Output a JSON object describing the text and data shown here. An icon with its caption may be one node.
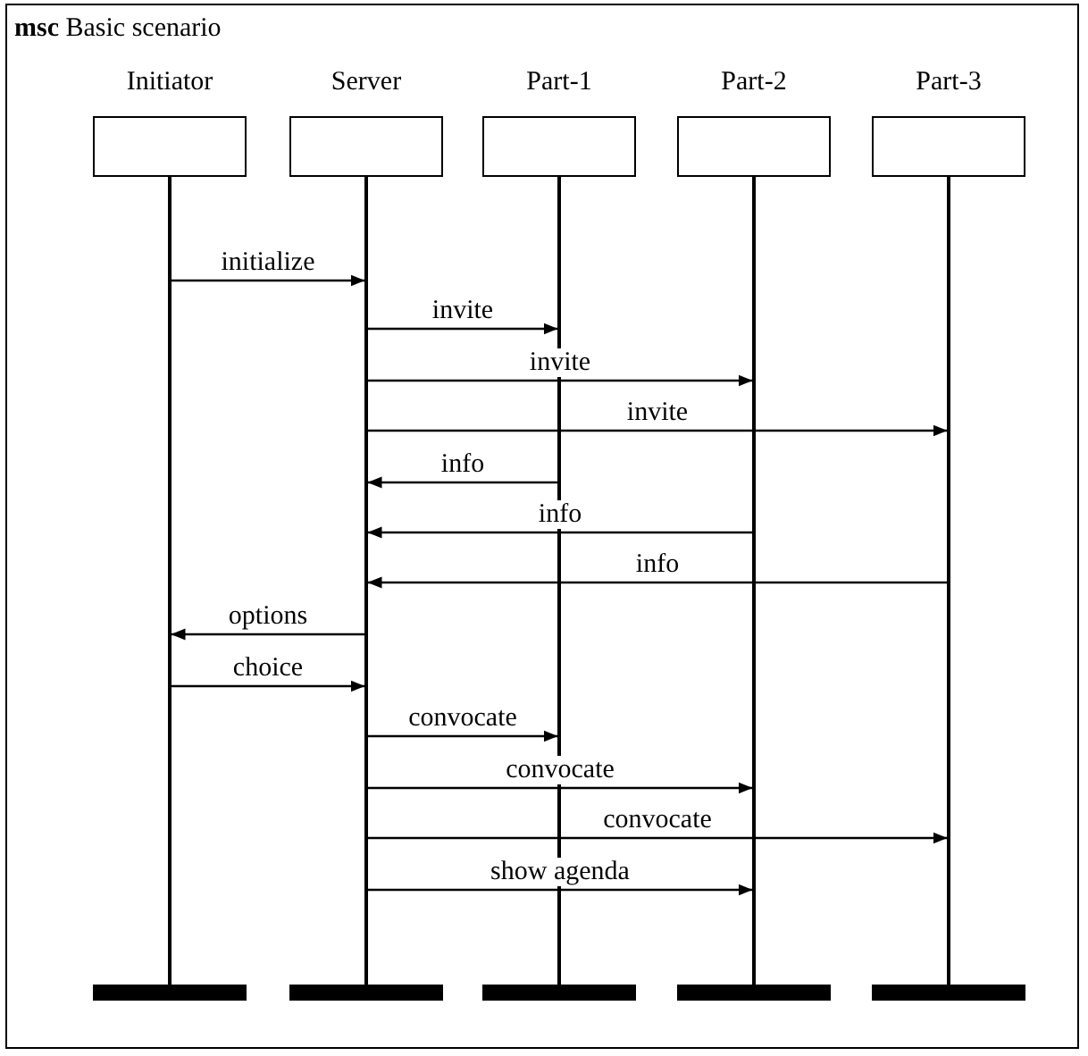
{
  "diagram": {
    "title": "**msc** Basic scenario",
    "nodes": [
      {
        "text": [
          "Initiator"
        ]
      },
      {
        "text": [
          "Server"
        ]
      },
      {
        "text": [
          "Part-1"
        ]
      },
      {
        "text": [
          "Part-2"
        ]
      },
      {
        "text": [
          "Part-3"
        ]
      },
      {
        "text": [],
        "shape": "bar"
      },
      {
        "text": [],
        "shape": "bar"
      },
      {
        "text": [],
        "shape": "bar"
      },
      {
        "text": [],
        "shape": "bar"
      },
      {
        "text": [],
        "shape": "bar"
      }
    ],
    "edges": [
      {
        "from": 5,
        "to": 6,
        "arrow": "to",
        "label": "initialize"
      },
      {
        "from": 6,
        "to": 7,
        "arrow": "to",
        "label": "invite"
      },
      {
        "from": 6,
        "to": 8,
        "arrow": "to",
        "label": "invite"
      },
      {
        "from": 6,
        "to": 9,
        "arrow": "to",
        "label": "invite"
      },
      {
        "from": 7,
        "to": 6,
        "arrow": "to",
        "label": "info"
      },
      {
        "from": 8,
        "to": 6,
        "arrow": "to",
        "label": "info"
      },
      {
        "from": 9,
        "to": 6,
        "arrow": "to",
        "label": "info"
      },
      {
        "from": 6,
        "to": 5,
        "arrow": "to",
        "label": "options"
      },
      {
        "from": 5,
        "to": 6,
        "arrow": "to",
        "label": "choice"
      },
      {
        "from": 6,
        "to": 7,
        "arrow": "to",
        "label": "convocate"
      },
      {
        "from": 6,
        "to": 8,
        "arrow": "to",
        "label": "convocate"
      },
      {
        "from": 6,
        "to": 9,
        "arrow": "to",
        "label": "convocate"
      },
      {
        "from": 6,
        "to": 8,
        "arrow": "to",
        "label": "show agenda"
      }
    ]
  }
}
